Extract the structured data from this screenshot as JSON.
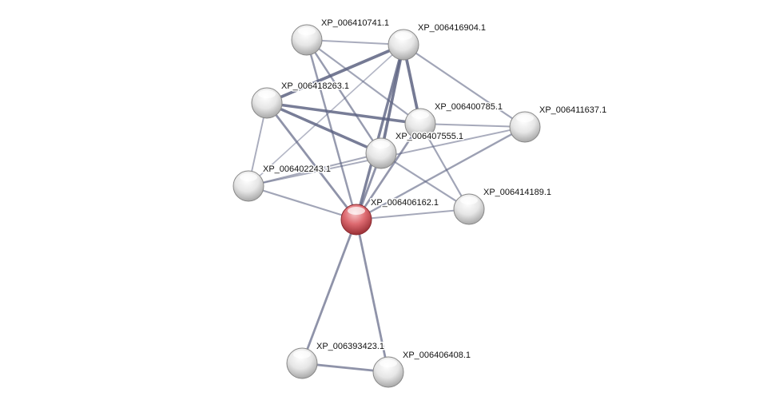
{
  "network": {
    "nodes": [
      {
        "id": "XP_006410741.1",
        "label": "XP_006410741.1",
        "query": false
      },
      {
        "id": "XP_006416904.1",
        "label": "XP_006416904.1",
        "query": false
      },
      {
        "id": "XP_006418263.1",
        "label": "XP_006418263.1",
        "query": false
      },
      {
        "id": "XP_006400785.1",
        "label": "XP_006400785.1",
        "query": false
      },
      {
        "id": "XP_006411637.1",
        "label": "XP_006411637.1",
        "query": false
      },
      {
        "id": "XP_006407555.1",
        "label": "XP_006407555.1",
        "query": false
      },
      {
        "id": "XP_006402243.1",
        "label": "XP_006402243.1",
        "query": false
      },
      {
        "id": "XP_006406162.1",
        "label": "XP_006406162.1",
        "query": true
      },
      {
        "id": "XP_006414189.1",
        "label": "XP_006414189.1",
        "query": false
      },
      {
        "id": "XP_006393423.1",
        "label": "XP_006393423.1",
        "query": false
      },
      {
        "id": "XP_006406408.1",
        "label": "XP_006406408.1",
        "query": false
      }
    ],
    "edges": [
      [
        "XP_006410741.1",
        "XP_006416904.1",
        0.3
      ],
      [
        "XP_006410741.1",
        "XP_006407555.1",
        0.5
      ],
      [
        "XP_006410741.1",
        "XP_006400785.1",
        0.4
      ],
      [
        "XP_006410741.1",
        "XP_006406162.1",
        0.5
      ],
      [
        "XP_006416904.1",
        "XP_006418263.1",
        0.9
      ],
      [
        "XP_006416904.1",
        "XP_006407555.1",
        0.9
      ],
      [
        "XP_006416904.1",
        "XP_006406162.1",
        0.8
      ],
      [
        "XP_006416904.1",
        "XP_006400785.1",
        0.9
      ],
      [
        "XP_006416904.1",
        "XP_006411637.1",
        0.4
      ],
      [
        "XP_006416904.1",
        "XP_006402243.1",
        0.2
      ],
      [
        "XP_006418263.1",
        "XP_006400785.1",
        0.85
      ],
      [
        "XP_006418263.1",
        "XP_006407555.1",
        0.85
      ],
      [
        "XP_006418263.1",
        "XP_006402243.1",
        0.3
      ],
      [
        "XP_006418263.1",
        "XP_006406162.1",
        0.6
      ],
      [
        "XP_006400785.1",
        "XP_006411637.1",
        0.35
      ],
      [
        "XP_006400785.1",
        "XP_006406162.1",
        0.55
      ],
      [
        "XP_006400785.1",
        "XP_006414189.1",
        0.4
      ],
      [
        "XP_006407555.1",
        "XP_006402243.1",
        0.35
      ],
      [
        "XP_006407555.1",
        "XP_006414189.1",
        0.4
      ],
      [
        "XP_006407555.1",
        "XP_006406162.1",
        0.6
      ],
      [
        "XP_006411637.1",
        "XP_006402243.1",
        0.3
      ],
      [
        "XP_006411637.1",
        "XP_006406162.1",
        0.45
      ],
      [
        "XP_006402243.1",
        "XP_006406162.1",
        0.4
      ],
      [
        "XP_006406162.1",
        "XP_006414189.1",
        0.35
      ],
      [
        "XP_006406162.1",
        "XP_006393423.1",
        0.6
      ],
      [
        "XP_006406162.1",
        "XP_006406408.1",
        0.6
      ],
      [
        "XP_006393423.1",
        "XP_006406408.1",
        0.6
      ]
    ]
  },
  "colors": {
    "node": "#e8e8e8",
    "query_node": "#d9686d",
    "edge": "#5a6080"
  }
}
